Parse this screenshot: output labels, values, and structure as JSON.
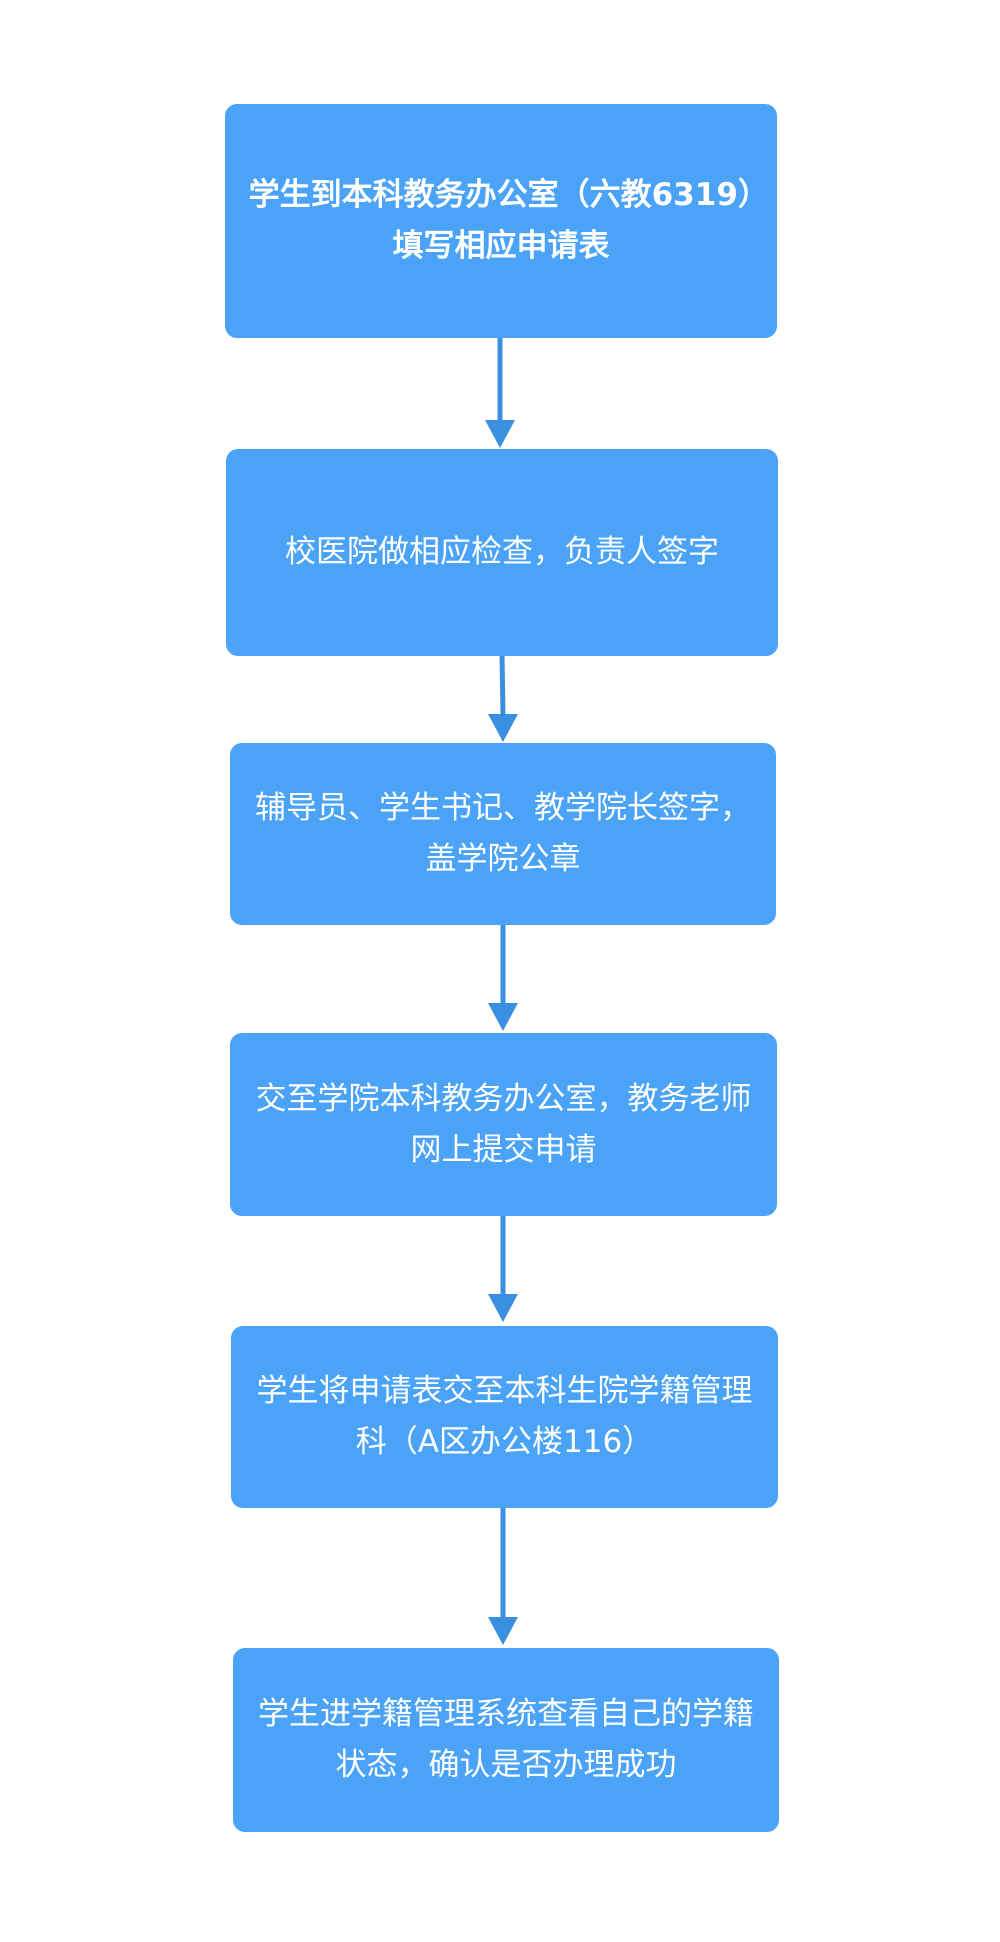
{
  "steps": [
    {
      "text": "学生到本科教务办公室（六教6319）填写相应申请表"
    },
    {
      "text": "校医院做相应检查，负责人签字"
    },
    {
      "text": "辅导员、学生书记、教学院长签字，盖学院公章"
    },
    {
      "text": "交至学院本科教务办公室，教务老师网上提交申请"
    },
    {
      "text": "学生将申请表交至本科生院学籍管理科（A区办公楼116）"
    },
    {
      "text": "学生进学籍管理系统查看自己的学籍状态，确认是否办理成功"
    }
  ],
  "colors": {
    "box": "#4ba3f7",
    "arrow": "#3a8fe0",
    "text": "#ffffff"
  }
}
